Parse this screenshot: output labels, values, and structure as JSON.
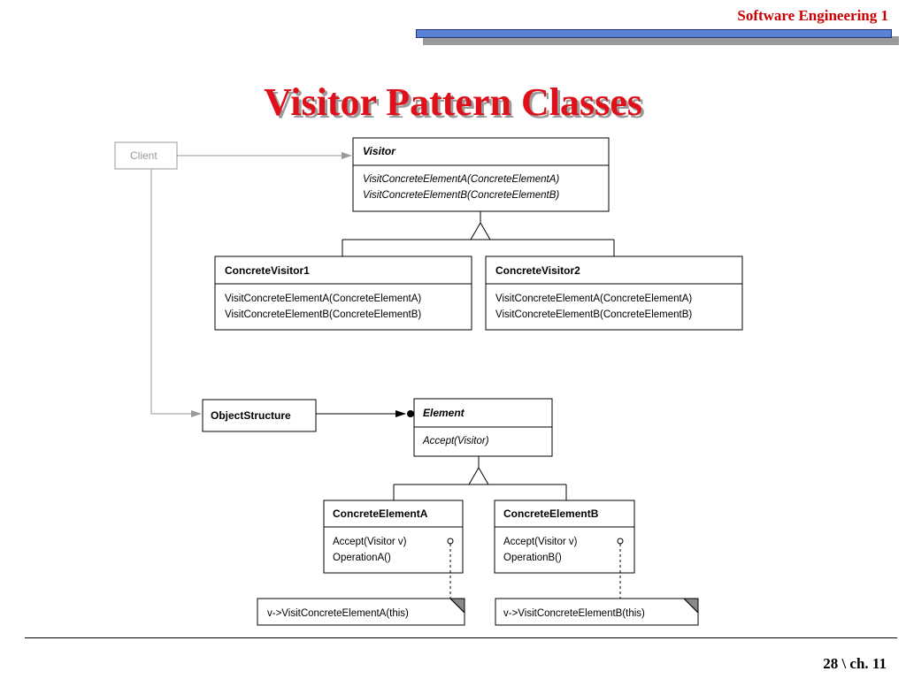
{
  "header": {
    "title": "Software Engineering 1"
  },
  "slide": {
    "title": "Visitor Pattern Classes"
  },
  "diagram": {
    "client": {
      "name": "Client"
    },
    "visitor": {
      "name": "Visitor",
      "operations": [
        "VisitConcreteElementA(ConcreteElementA)",
        "VisitConcreteElementB(ConcreteElementB)"
      ]
    },
    "concrete_visitor_1": {
      "name": "ConcreteVisitor1",
      "operations": [
        "VisitConcreteElementA(ConcreteElementA)",
        "VisitConcreteElementB(ConcreteElementB)"
      ]
    },
    "concrete_visitor_2": {
      "name": "ConcreteVisitor2",
      "operations": [
        "VisitConcreteElementA(ConcreteElementA)",
        "VisitConcreteElementB(ConcreteElementB)"
      ]
    },
    "object_structure": {
      "name": "ObjectStructure"
    },
    "element": {
      "name": "Element",
      "operations": [
        "Accept(Visitor)"
      ]
    },
    "concrete_element_a": {
      "name": "ConcreteElementA",
      "operations": [
        "Accept(Visitor v)",
        "OperationA()"
      ],
      "note": "v->VisitConcreteElementA(this)"
    },
    "concrete_element_b": {
      "name": "ConcreteElementB",
      "operations": [
        "Accept(Visitor v)",
        "OperationB()"
      ],
      "note": "v->VisitConcreteElementB(this)"
    }
  },
  "footer": {
    "page": "28 \\ ch. 11"
  }
}
